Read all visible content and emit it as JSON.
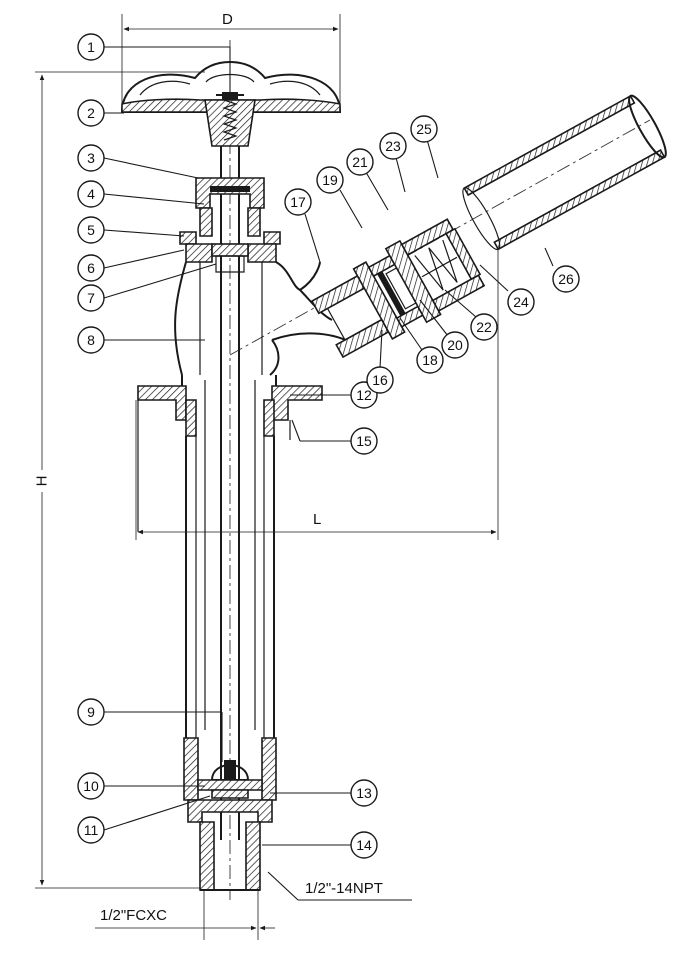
{
  "dimensions": {
    "d_label": "D",
    "h_label": "H",
    "l_label": "L",
    "inlet_label": "1/2\"FCXC",
    "thread_label": "1/2\"-14NPT"
  },
  "callouts": [
    "1",
    "2",
    "3",
    "4",
    "5",
    "6",
    "7",
    "8",
    "9",
    "10",
    "11",
    "12",
    "13",
    "14",
    "15",
    "16",
    "17",
    "18",
    "19",
    "20",
    "21",
    "22",
    "23",
    "24",
    "25",
    "26"
  ]
}
